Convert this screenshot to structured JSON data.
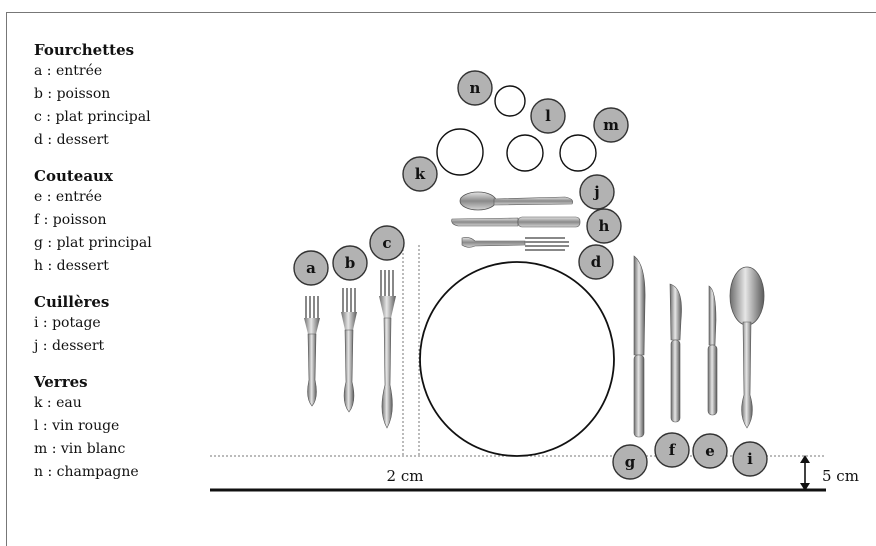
{
  "legend": {
    "sections": [
      {
        "title": "Fourchettes",
        "items": [
          "a : entrée",
          "b : poisson",
          "c : plat principal",
          "d : dessert"
        ]
      },
      {
        "title": "Couteaux",
        "items": [
          "e : entrée",
          "f : poisson",
          "g : plat principal",
          "h : dessert"
        ]
      },
      {
        "title": "Cuillères",
        "items": [
          "i : potage",
          "j : dessert"
        ]
      },
      {
        "title": "Verres",
        "items": [
          "k : eau",
          "l : vin rouge",
          "m : vin blanc",
          "n : champagne"
        ]
      }
    ]
  },
  "badges": [
    "a",
    "b",
    "c",
    "d",
    "e",
    "f",
    "g",
    "h",
    "i",
    "j",
    "k",
    "l",
    "m",
    "n"
  ],
  "measurements": {
    "side_gap": "2 cm",
    "edge_gap": "5 cm"
  },
  "colors": {
    "badge_fill": "#b2b2b2",
    "badge_stroke": "#333333",
    "silver": "#c9c9c9",
    "line": "#111111"
  }
}
